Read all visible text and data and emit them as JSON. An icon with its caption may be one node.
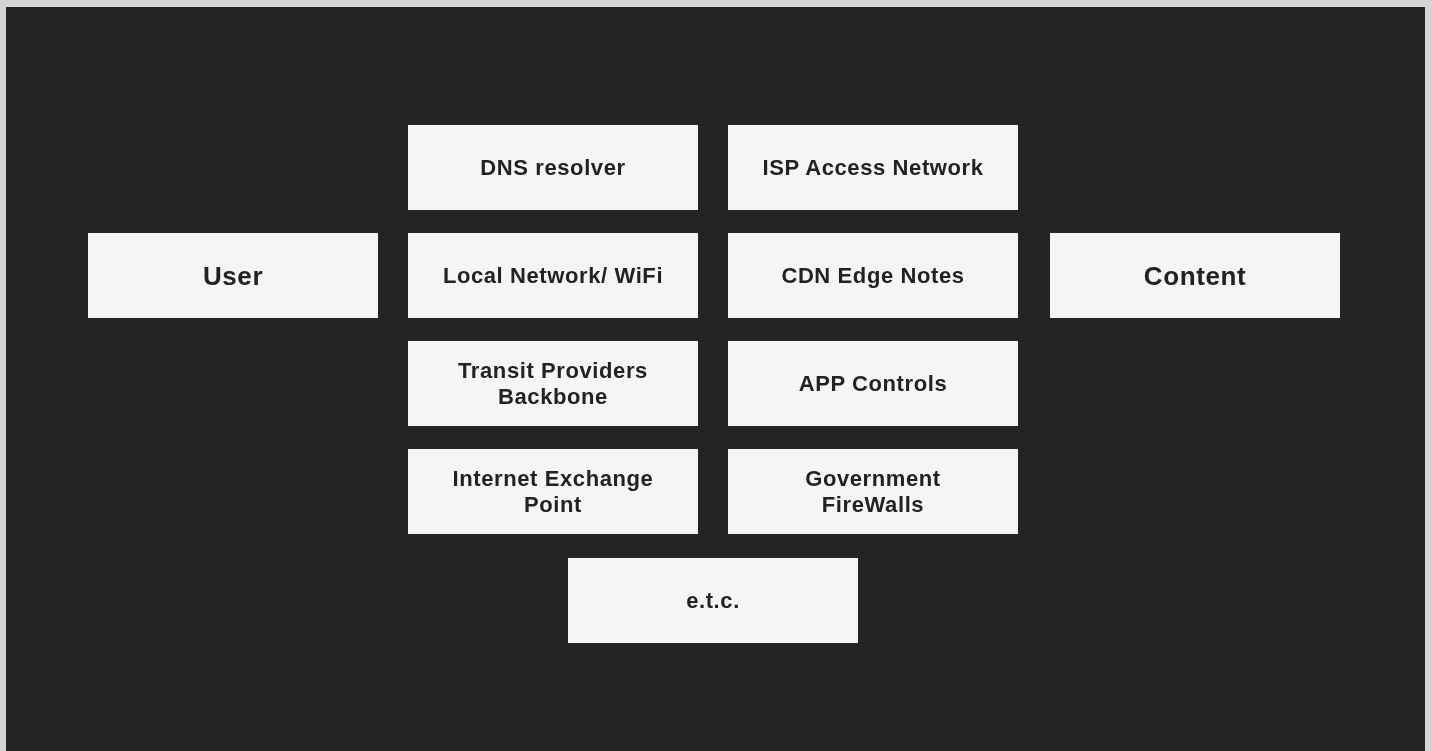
{
  "diagram": {
    "nodes": [
      {
        "text": [
          "DNS resolver"
        ]
      },
      {
        "text": [
          "ISP Access Network"
        ]
      },
      {
        "text": [
          "User"
        ]
      },
      {
        "text": [
          "Local Network/ WiFi"
        ]
      },
      {
        "text": [
          "CDN Edge Notes"
        ]
      },
      {
        "text": [
          "Content"
        ]
      },
      {
        "text": [
          "Transit Providers Backbone"
        ]
      },
      {
        "text": [
          "APP Controls"
        ]
      },
      {
        "text": [
          "Internet Exchange Point"
        ]
      },
      {
        "text": [
          "Government FireWalls"
        ]
      },
      {
        "text": [
          "e.t.c."
        ]
      }
    ]
  }
}
